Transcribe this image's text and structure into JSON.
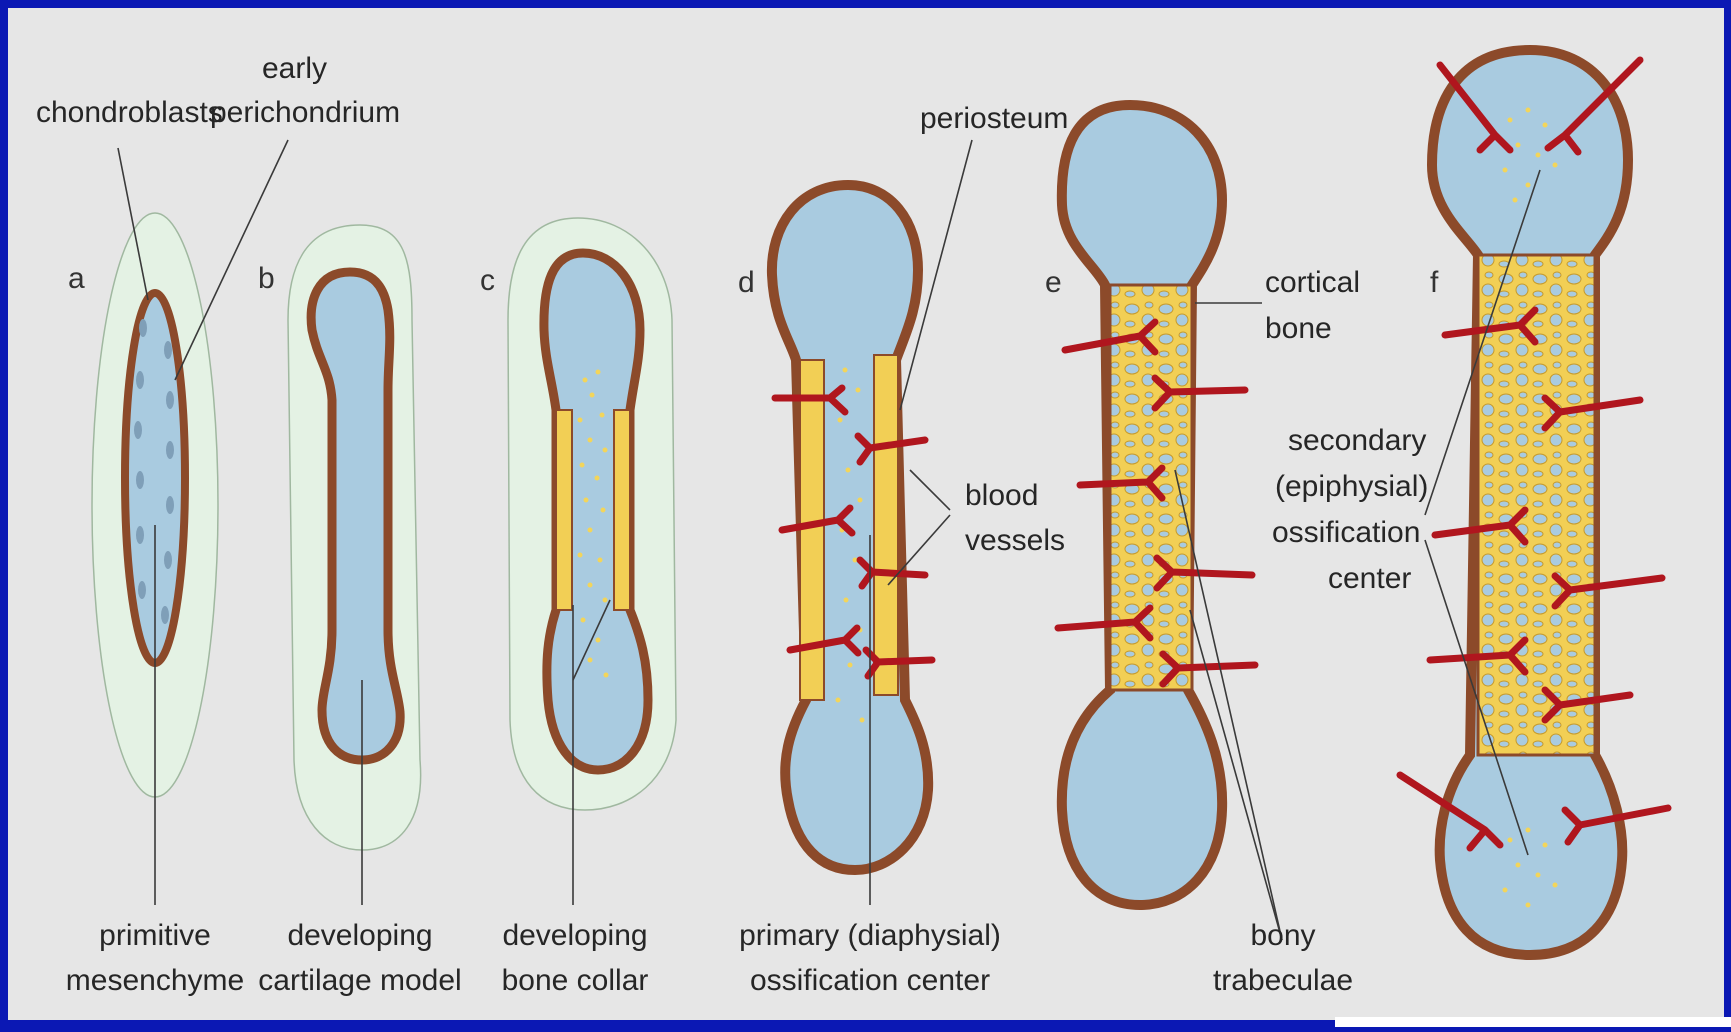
{
  "panels": [
    {
      "letter": "a",
      "caption_line1": "primitive",
      "caption_line2": "mesenchyme"
    },
    {
      "letter": "b",
      "caption_line1": "developing",
      "caption_line2": "cartilage model"
    },
    {
      "letter": "c",
      "caption_line1": "developing",
      "caption_line2": "bone collar"
    },
    {
      "letter": "d",
      "caption_line1": "primary (diaphysial)",
      "caption_line2": "ossification center"
    },
    {
      "letter": "e",
      "caption_line1": "bony",
      "caption_line2": "trabeculae"
    },
    {
      "letter": "f",
      "caption_line1": "",
      "caption_line2": ""
    }
  ],
  "labels": {
    "chondroblasts": "chondroblasts",
    "early": "early",
    "perichondrium": "perichondrium",
    "periosteum": "periosteum",
    "blood_vessels_1": "blood",
    "blood_vessels_2": "vessels",
    "cortical_1": "cortical",
    "cortical_2": "bone",
    "secondary_1": "secondary",
    "secondary_2": "(epiphysial)",
    "secondary_3": "ossification",
    "secondary_4": "center"
  },
  "colors": {
    "background": "#0b18b4",
    "panel": "#e6e6e6",
    "mesenchyme": "#e4f2e4",
    "cartilage": "#a9cbe0",
    "perichondrium": "#8c4a2a",
    "bone": "#f2cf55",
    "vessel": "#b0161e",
    "calcified_dots": "#f3d55a"
  }
}
